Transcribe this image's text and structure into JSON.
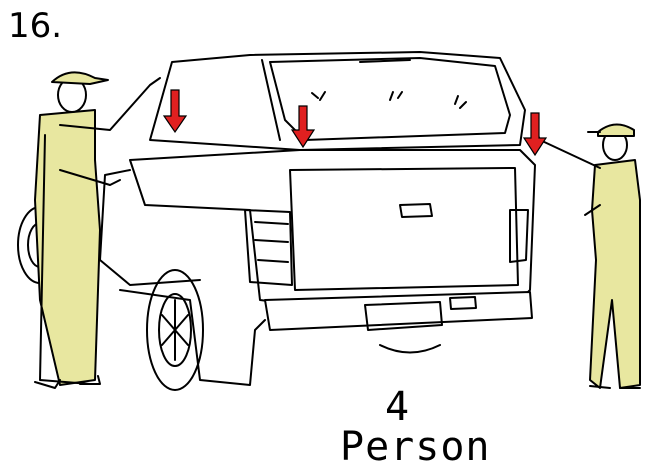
{
  "step": {
    "number": "16."
  },
  "people": {
    "count": "4",
    "label": "Person"
  },
  "colors": {
    "overalls": "#e8e7a0",
    "arrow": "#e02020",
    "ink": "#000000"
  },
  "icons": [
    "down-arrow-icon"
  ]
}
